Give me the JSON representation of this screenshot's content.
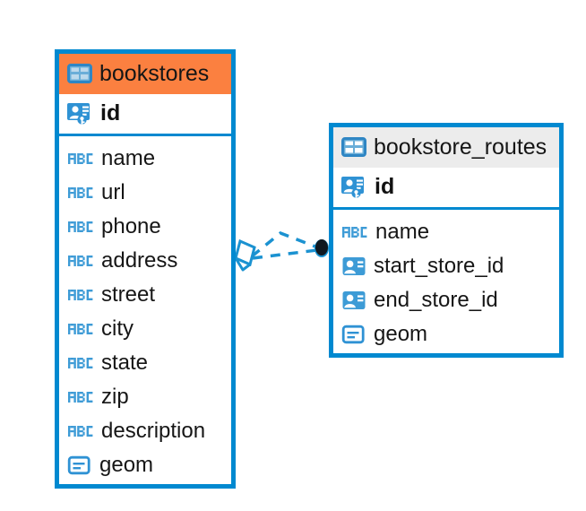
{
  "diagram": {
    "type": "entity-relationship-diagram",
    "background": "#ffffff",
    "colors": {
      "border": "#0089d0",
      "selected_header": "#fb8040",
      "normal_header": "#ececec",
      "icon_blue": "#3d9bd6",
      "text": "#161616",
      "connector": "#1b92d1",
      "endpoint_fill": "#101820"
    }
  },
  "entities": [
    {
      "id": "bookstores",
      "name": "bookstores",
      "header_state": "selected",
      "table_icon": "table-icon",
      "primary_key": {
        "label": "id",
        "icon": "primary-key-icon"
      },
      "fields": [
        {
          "label": "name",
          "icon": "abc-icon",
          "type_glyph": "ABC"
        },
        {
          "label": "url",
          "icon": "abc-icon",
          "type_glyph": "ABC"
        },
        {
          "label": "phone",
          "icon": "abc-icon",
          "type_glyph": "ABC"
        },
        {
          "label": "address",
          "icon": "abc-icon",
          "type_glyph": "ABC"
        },
        {
          "label": "street",
          "icon": "abc-icon",
          "type_glyph": "ABC"
        },
        {
          "label": "city",
          "icon": "abc-icon",
          "type_glyph": "ABC"
        },
        {
          "label": "state",
          "icon": "abc-icon",
          "type_glyph": "ABC"
        },
        {
          "label": "zip",
          "icon": "abc-icon",
          "type_glyph": "ABC"
        },
        {
          "label": "description",
          "icon": "abc-icon",
          "type_glyph": "ABC"
        },
        {
          "label": "geom",
          "icon": "geometry-icon",
          "type_glyph": ""
        }
      ]
    },
    {
      "id": "bookstore_routes",
      "name": "bookstore_routes",
      "header_state": "normal",
      "table_icon": "table-icon",
      "primary_key": {
        "label": "id",
        "icon": "primary-key-icon"
      },
      "fields": [
        {
          "label": "name",
          "icon": "abc-icon",
          "type_glyph": "ABC"
        },
        {
          "label": "start_store_id",
          "icon": "foreign-key-icon",
          "type_glyph": ""
        },
        {
          "label": "end_store_id",
          "icon": "foreign-key-icon",
          "type_glyph": ""
        },
        {
          "label": "geom",
          "icon": "geometry-icon",
          "type_glyph": ""
        }
      ]
    }
  ],
  "relationships": [
    {
      "from": "bookstores",
      "to": "bookstore_routes",
      "source_marker": "many-diamond-marker",
      "target_marker": "one-filled-circle-marker",
      "line_style": "dashed"
    },
    {
      "from": "bookstores",
      "to": "bookstore_routes",
      "source_marker": "many-diamond-marker",
      "target_marker": "one-filled-circle-marker",
      "line_style": "dashed"
    }
  ]
}
